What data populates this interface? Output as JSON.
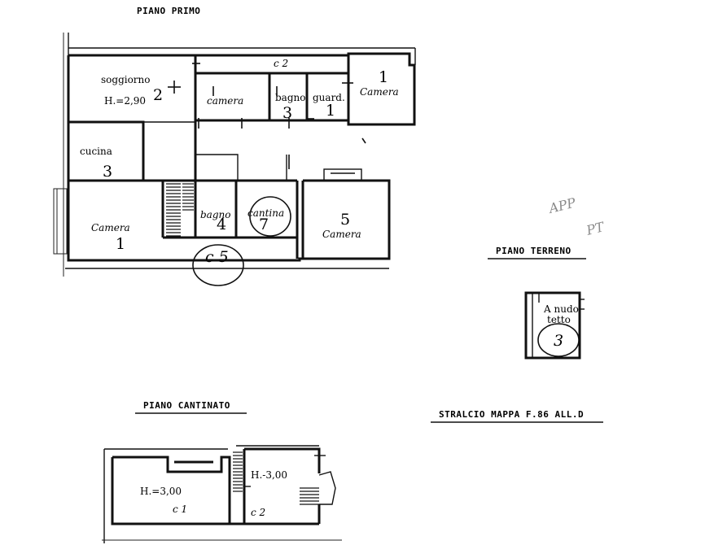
{
  "floors": {
    "primo": {
      "title": "PIANO PRIMO",
      "parcel_label": "c 2",
      "rooms": [
        {
          "id": "soggiorno",
          "label": "soggiorno",
          "height": "H.=2,90",
          "number": "2"
        },
        {
          "id": "camera-a",
          "label": "camera",
          "number": ""
        },
        {
          "id": "bagno",
          "label": "bagno",
          "number": "3"
        },
        {
          "id": "guard",
          "label": "guard.",
          "number": "1"
        },
        {
          "id": "camera-b",
          "label": "Camera",
          "number": "1"
        },
        {
          "id": "cucina",
          "label": "cucina",
          "number": "3"
        }
      ]
    },
    "terreno_sub": {
      "parcel_label": "c 5",
      "rooms": [
        {
          "id": "camera-c",
          "label": "Camera",
          "number": "1"
        },
        {
          "id": "bagno-b",
          "label": "bagno",
          "number": "4"
        },
        {
          "id": "cantina",
          "label": "cantina",
          "number": "7"
        },
        {
          "id": "camera-d",
          "label": "Camera",
          "number": "5"
        }
      ]
    },
    "terreno": {
      "title": "PIANO TERRENO",
      "roof_label_1": "A nudo",
      "roof_label_2": "tetto",
      "circled_number": "3"
    },
    "cantinato": {
      "title": "PIANO CANTINATO",
      "heights": [
        "H.=3,00",
        "H.-3,00"
      ],
      "parcels": [
        "c 1",
        "c 2"
      ]
    }
  },
  "mappa_note": "STRALCIO MAPPA F.86 ALL.D",
  "pencil_notes": [
    "APP",
    "PT"
  ]
}
